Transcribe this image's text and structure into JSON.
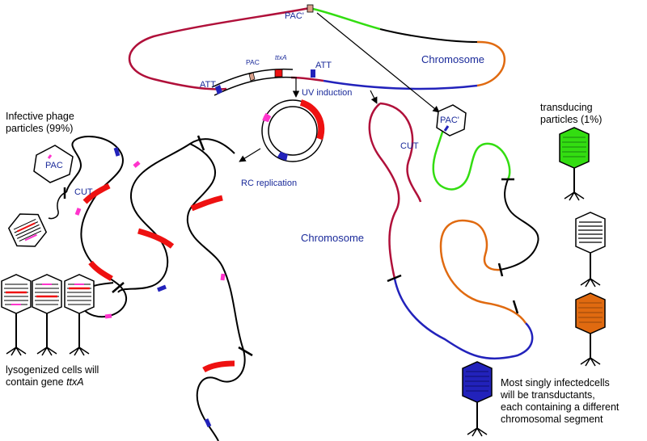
{
  "labels": {
    "pac_top": "PAC'",
    "pac_ring": "PAC",
    "ttxa_ring": "ttxA",
    "att_left": "ATT",
    "att_right": "ATT",
    "chromosome_top": "Chromosome",
    "uv_induction": "UV induction",
    "rc_replication": "RC replication",
    "cut_left": "CUT",
    "cut_mid": "CUT",
    "pac_phage_left": "PAC",
    "pac_phage_right": "PAC'",
    "chromosome_mid": "Chromosome",
    "infective_line1": "Infective phage",
    "infective_line2": "particles (99%)",
    "transducing_line1": "transducing",
    "transducing_line2": "particles (1%)",
    "lysogenized_line1": "lysogenized cells will",
    "lysogenized_line2_prefix": "contain gene ",
    "lysogenized_line2_gene": "ttxA",
    "transductants_line1": "Most singly infectedcells",
    "transductants_line2": "will be transductants,",
    "transductants_line3": "each containing a different",
    "transductants_line4": "chromosomal segment"
  },
  "colors": {
    "phage_dna": "#000000",
    "chromosome_red": "#b0103a",
    "segment_green": "#33dd11",
    "segment_orange": "#e06a10",
    "segment_blue": "#2222bb",
    "gene_red": "#ee1111",
    "marker_magenta": "#ff33cc",
    "label_blue": "#1a2a9a"
  },
  "icons": [
    "phage-head-icon",
    "tail-fiber-icon",
    "arrow-icon",
    "cut-mark-icon"
  ]
}
